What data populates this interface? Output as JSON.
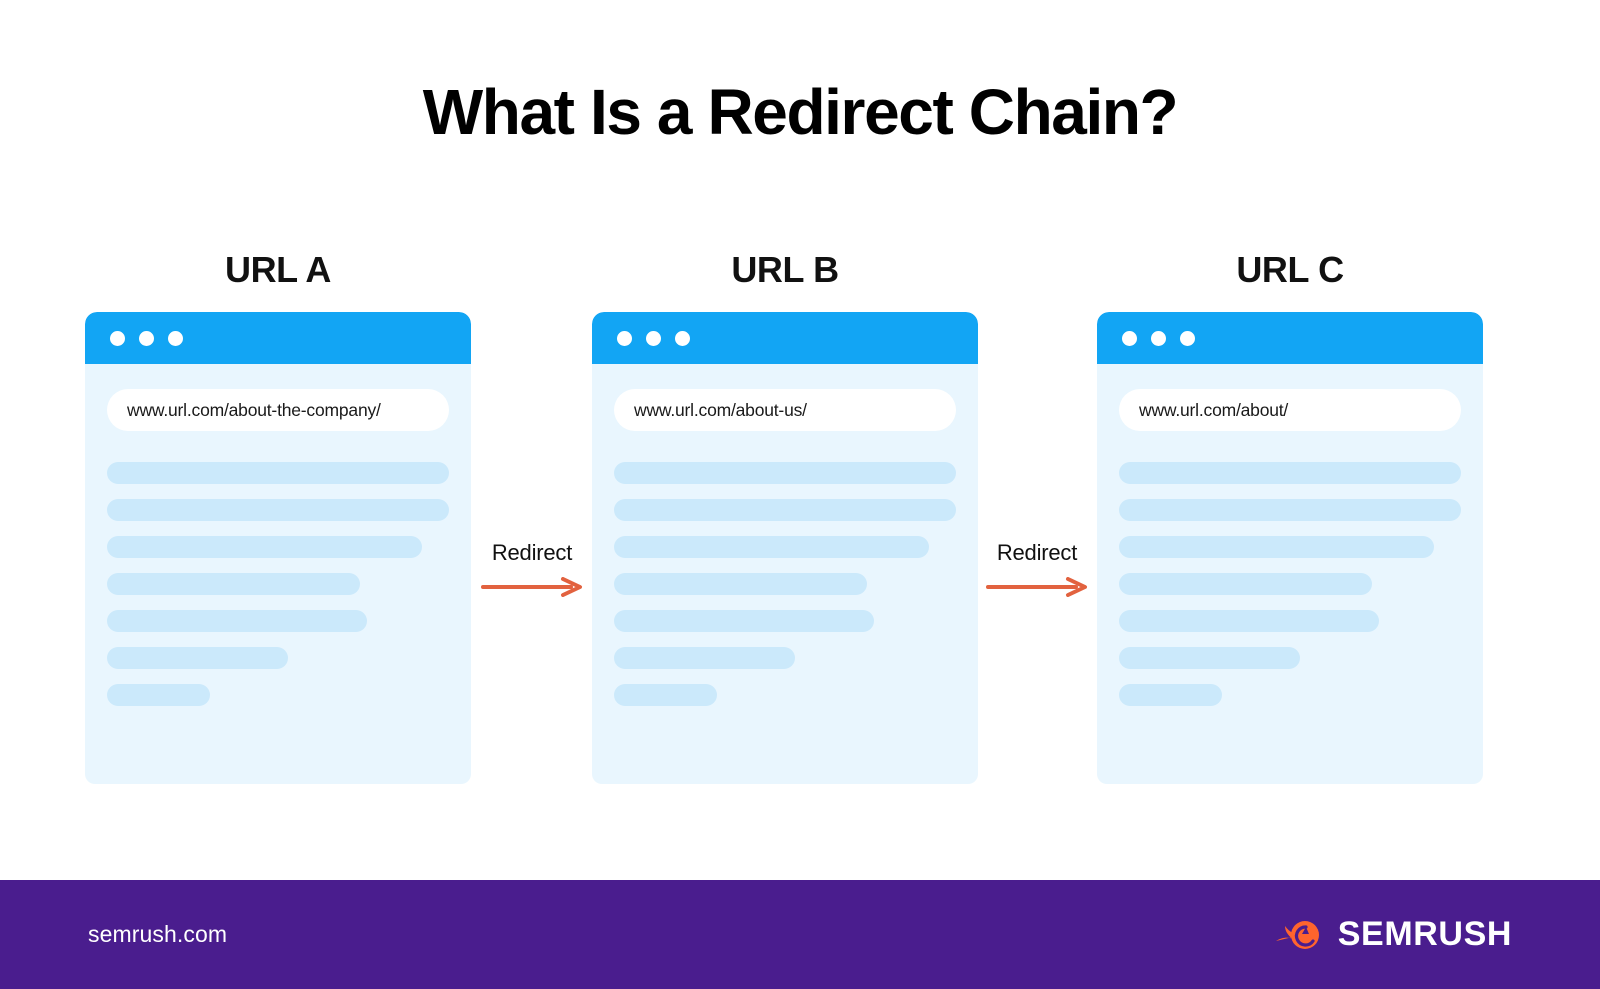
{
  "page": {
    "title": "What Is a Redirect Chain?",
    "background_color": "#ffffff"
  },
  "colors": {
    "browser_bar_blue": "#12a5f4",
    "card_body_blue": "#e9f6fe",
    "placeholder_line_blue": "#cbe9fb",
    "arrow_orange": "#e2623f",
    "footer_purple": "#4a1d8e",
    "logo_orange": "#ff642d",
    "title_black": "#000000"
  },
  "cards": [
    {
      "label": "URL A",
      "url": "www.url.com/about-the-company/",
      "dots": [
        "window-dot",
        "window-dot",
        "window-dot"
      ],
      "line_widths": [
        "100%",
        "100%",
        "92%",
        "74%",
        "76%",
        "53%",
        "30%"
      ]
    },
    {
      "label": "URL B",
      "url": "www.url.com/about-us/",
      "dots": [
        "window-dot",
        "window-dot",
        "window-dot"
      ],
      "line_widths": [
        "100%",
        "100%",
        "92%",
        "74%",
        "76%",
        "53%",
        "30%"
      ]
    },
    {
      "label": "URL C",
      "url": "www.url.com/about/",
      "dots": [
        "window-dot",
        "window-dot",
        "window-dot"
      ],
      "line_widths": [
        "100%",
        "100%",
        "92%",
        "74%",
        "76%",
        "53%",
        "30%"
      ]
    }
  ],
  "connectors": [
    {
      "label": "Redirect",
      "icon": "arrow-right-icon"
    },
    {
      "label": "Redirect",
      "icon": "arrow-right-icon"
    }
  ],
  "footer": {
    "site_url": "semrush.com",
    "brand_name": "SEMRUSH",
    "logo_icon": "semrush-comet-logo-icon"
  }
}
